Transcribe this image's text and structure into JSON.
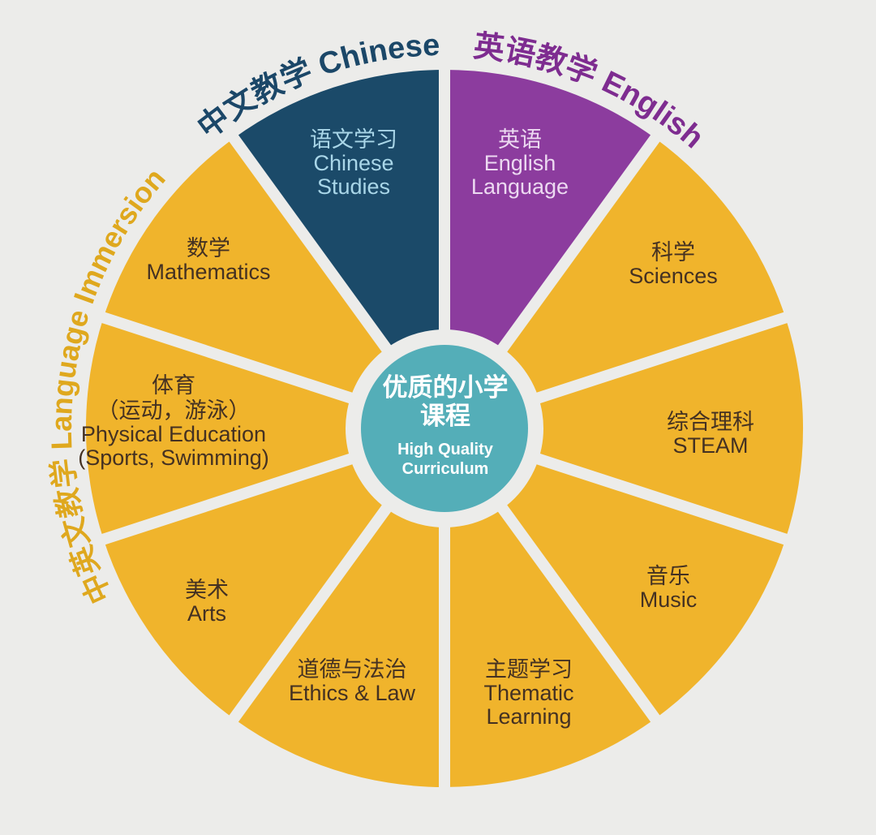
{
  "diagram": {
    "center": {
      "zh1": "优质的小学",
      "zh2": "课程",
      "en1": "High Quality",
      "en2": "Curriculum"
    },
    "outer_titles": {
      "chinese": "中文教学 Chinese",
      "english": "英语教学 English",
      "immersion": "中英文教学 Language Immersion"
    },
    "segments": [
      {
        "name": "english-language",
        "zh": "英语",
        "en1": "English",
        "en2": "Language"
      },
      {
        "name": "sciences",
        "zh": "科学",
        "en1": "Sciences"
      },
      {
        "name": "steam",
        "zh": "综合理科",
        "en1": "STEAM"
      },
      {
        "name": "music",
        "zh": "音乐",
        "en1": "Music"
      },
      {
        "name": "thematic-learning",
        "zh": "主题学习",
        "en1": "Thematic",
        "en2": "Learning"
      },
      {
        "name": "ethics-law",
        "zh": "道德与法治",
        "en1": "Ethics & Law"
      },
      {
        "name": "arts",
        "zh": "美术",
        "en1": "Arts"
      },
      {
        "name": "physical-education",
        "zh": "体育",
        "zh2": "（运动，游泳）",
        "en1": "Physical Education",
        "en2": "(Sports, Swimming)"
      },
      {
        "name": "mathematics",
        "zh": "数学",
        "en1": "Mathematics"
      },
      {
        "name": "chinese-studies",
        "zh": "语文学习",
        "en1": "Chinese",
        "en2": "Studies"
      }
    ],
    "colors": {
      "background": "#ECECEA",
      "yellow": "#F0B42C",
      "navy": "#1B4A69",
      "purple": "#8C3C9E",
      "teal": "#54AEB8",
      "title_navy": "#1B4768",
      "title_purple": "#7E2C90",
      "title_gold": "#DFA81E",
      "dark_text": "#443122",
      "navy_text": "#A9D6E8",
      "purple_text": "#ECD9F1",
      "white_text": "#FFFFFF"
    }
  }
}
